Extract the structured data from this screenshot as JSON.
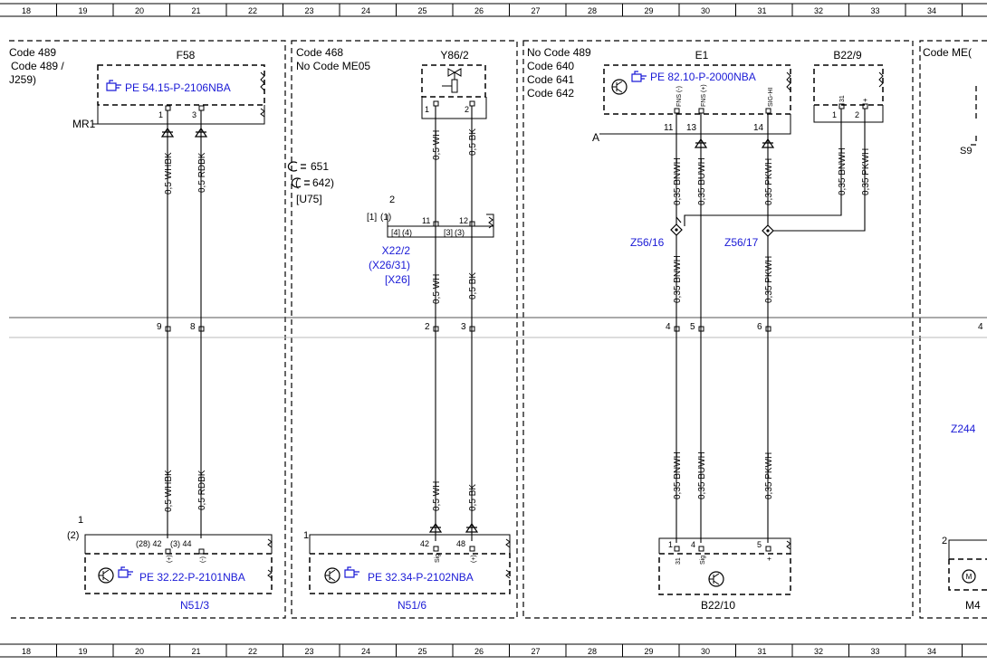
{
  "ruler": [
    "18",
    "19",
    "20",
    "21",
    "22",
    "23",
    "24",
    "25",
    "26",
    "27",
    "28",
    "29",
    "30",
    "31",
    "32",
    "33",
    "34"
  ],
  "colors": {
    "line": "#000000",
    "ref": "#1a1ad6",
    "grid": "#888888"
  },
  "sections": {
    "s1": {
      "lines": [
        "Code 489",
        "Code 489 /",
        "J259)"
      ]
    },
    "s2": {
      "lines": [
        "Code 468",
        "No Code ME05"
      ],
      "codes": [
        "651",
        "642)",
        "[U75]"
      ]
    },
    "s3": {
      "lines": [
        "No  Code 489",
        "Code 640",
        "Code 641",
        "Code 642"
      ]
    },
    "s4": {
      "lines": [
        "Code ME("
      ]
    }
  },
  "components": {
    "f58": {
      "name": "F58",
      "ref": "PE 54.15-P-2106NBA",
      "pins": [
        "1",
        "3"
      ]
    },
    "mr1": "MR1",
    "y86": {
      "name": "Y86/2",
      "pins": [
        "1",
        "2"
      ]
    },
    "e1": {
      "name": "E1",
      "ref": "PE 82.10-P-2000NBA",
      "pins": [
        "11",
        "13",
        "14"
      ],
      "pinlabels": [
        "FNS (-)",
        "FNS (+)",
        "SIG-HI"
      ],
      "conn": "A"
    },
    "b229": {
      "name": "B22/9",
      "pins": [
        "1",
        "2"
      ],
      "pinlabels": [
        "31",
        "+"
      ]
    },
    "s9": "S9",
    "x222": {
      "num": "2",
      "lines": [
        "[1]",
        "(1)",
        "[4]",
        "(4)",
        "[3]",
        "(3)"
      ],
      "pins": [
        "11",
        "12"
      ],
      "names": [
        "X22/2",
        "(X26/31)",
        "[X26]"
      ]
    },
    "z5616": "Z56/16",
    "z5617": "Z56/17",
    "z244": "Z244",
    "n513": {
      "name": "N51/3",
      "ref": "PE 32.22-P-2101NBA",
      "num": [
        "1",
        "(2)"
      ],
      "pins": [
        "(28) 42",
        "(3) 44"
      ],
      "pinlabels": [
        "(+)",
        "(-)"
      ]
    },
    "n516": {
      "name": "N51/6",
      "ref": "PE 32.34-P-2102NBA",
      "num": "1",
      "pins": [
        "42",
        "48"
      ],
      "pinlabels": [
        "Sig",
        "(+)"
      ]
    },
    "b2210": {
      "name": "B22/10",
      "pins": [
        "1",
        "4",
        "5"
      ],
      "pinlabels": [
        "31",
        "Sig",
        "+"
      ]
    },
    "m4": {
      "num": "2",
      "name": "M4"
    }
  },
  "wires": {
    "w1": "0,5 WHBK",
    "w2": "0,5 RDBK",
    "w3": "0,5 WH",
    "w4": "0,5 BK",
    "w5": "0,35 BNWH",
    "w6": "0,35 BUWH",
    "w7": "0,35 PKWH"
  },
  "connector": {
    "pins": [
      "9",
      "8",
      "2",
      "3",
      "4",
      "5",
      "6",
      "4"
    ]
  }
}
